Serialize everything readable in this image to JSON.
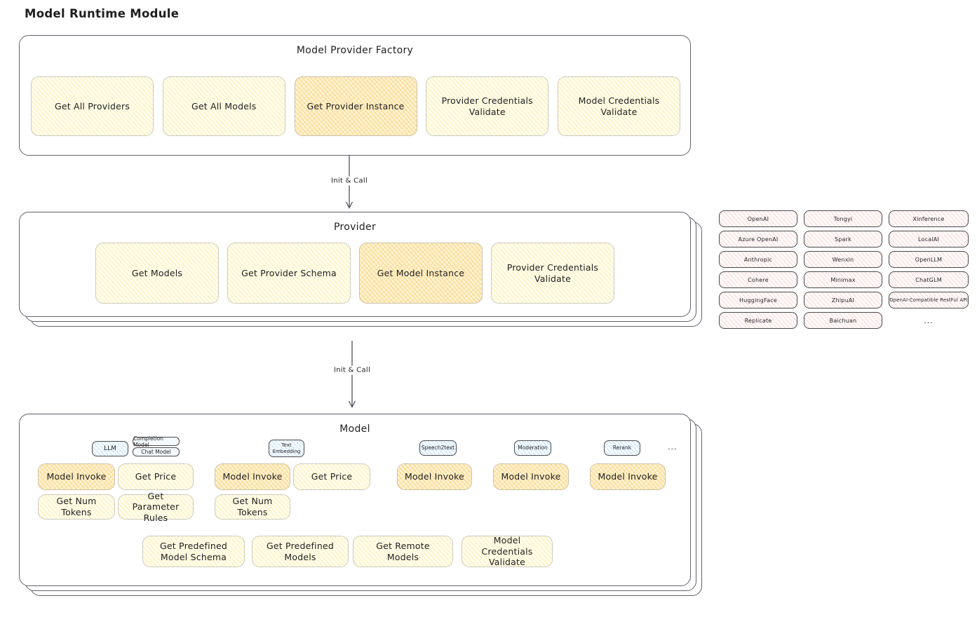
{
  "page_title": "Model Runtime Module",
  "arrow_label_1": "Init & Call",
  "arrow_label_2": "Init & Call",
  "factory": {
    "title": "Model Provider Factory",
    "boxes": [
      {
        "label": "Get All Providers",
        "variant": "yellow"
      },
      {
        "label": "Get All Models",
        "variant": "yellow"
      },
      {
        "label": "Get Provider Instance",
        "variant": "orange"
      },
      {
        "label": "Provider Credentials Validate",
        "variant": "yellow"
      },
      {
        "label": "Model Credentials Validate",
        "variant": "yellow"
      }
    ]
  },
  "provider": {
    "title": "Provider",
    "boxes": [
      {
        "label": "Get Models",
        "variant": "yellow"
      },
      {
        "label": "Get Provider Schema",
        "variant": "yellow"
      },
      {
        "label": "Get Model Instance",
        "variant": "orange"
      },
      {
        "label": "Provider Credentials Validate",
        "variant": "yellow"
      }
    ]
  },
  "providers_panel": {
    "rows": [
      [
        "OpenAI",
        "Tongyi",
        "Xinference"
      ],
      [
        "Azure OpenAI",
        "Spark",
        "LocalAI"
      ],
      [
        "Anthropic",
        "Wenxin",
        "OpenLLM"
      ],
      [
        "Cohere",
        "Minimax",
        "ChatGLM"
      ],
      [
        "HuggingFace",
        "ZhipuAI",
        "OpenAI-Compatible RestFul API"
      ],
      [
        "Replicate",
        "Baichuan",
        "..."
      ]
    ]
  },
  "model": {
    "title": "Model",
    "tabs": {
      "llm": "LLM",
      "completion": "Completion Model",
      "chat": "Chat Model",
      "text_embedding": "Text Embedding",
      "speech2text": "Speech2text",
      "moderation": "Moderation",
      "rerank": "Rerank",
      "ellipsis": "..."
    },
    "functions": {
      "llm": [
        {
          "label": "Model Invoke",
          "variant": "orange"
        },
        {
          "label": "Get Price",
          "variant": "yellow"
        },
        {
          "label": "Get Num Tokens",
          "variant": "yellow"
        },
        {
          "label": "Get Parameter Rules",
          "variant": "yellow"
        }
      ],
      "text_embedding": [
        {
          "label": "Model Invoke",
          "variant": "orange"
        },
        {
          "label": "Get Price",
          "variant": "yellow"
        },
        {
          "label": "Get Num Tokens",
          "variant": "yellow"
        }
      ],
      "speech2text": [
        {
          "label": "Model Invoke",
          "variant": "orange"
        }
      ],
      "moderation": [
        {
          "label": "Model Invoke",
          "variant": "orange"
        }
      ],
      "rerank": [
        {
          "label": "Model Invoke",
          "variant": "orange"
        }
      ]
    },
    "bottom": [
      "Get Predefined Model Schema",
      "Get Predefined Models",
      "Get Remote Models",
      "Model Credentials Validate"
    ]
  },
  "colors": {
    "yellow_fill": "#ffec99",
    "orange_fill": "#ffd8a8",
    "pink_fill": "#ffc9c9",
    "blue_fill": "#a5d8ff",
    "frame_border": "#62626b",
    "text": "#1f1f1f"
  }
}
